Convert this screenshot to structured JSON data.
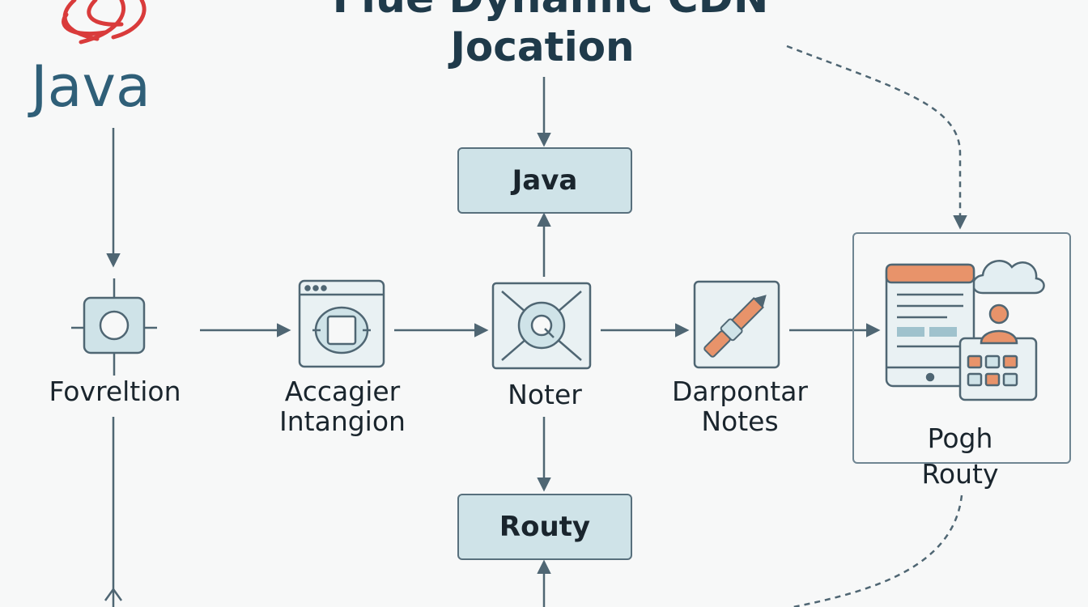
{
  "title": "Flue Dynamic CDN",
  "subtitle": "Jocation",
  "logo": {
    "word": "Java",
    "flame_color": "#d93b3b",
    "word_color": "#2f5f78"
  },
  "boxes": {
    "top": "Java",
    "bottom": "Routy"
  },
  "nodes": [
    {
      "label": "Fovreltion",
      "icon": "gear-chip-icon"
    },
    {
      "label": "Accagier Intangion",
      "icon": "browser-window-icon"
    },
    {
      "label": "Noter",
      "icon": "target-compass-icon"
    },
    {
      "label": "Darpontar Notes",
      "icon": "pen-tool-icon"
    }
  ],
  "panel": {
    "label_line1": "Pogh",
    "label_line2": "Routy",
    "icon": "devices-cloud-icon"
  },
  "colors": {
    "box_fill": "#cfe3e8",
    "stroke": "#58707d",
    "accent": "#e8936a",
    "cloud": "#e3eef2"
  }
}
